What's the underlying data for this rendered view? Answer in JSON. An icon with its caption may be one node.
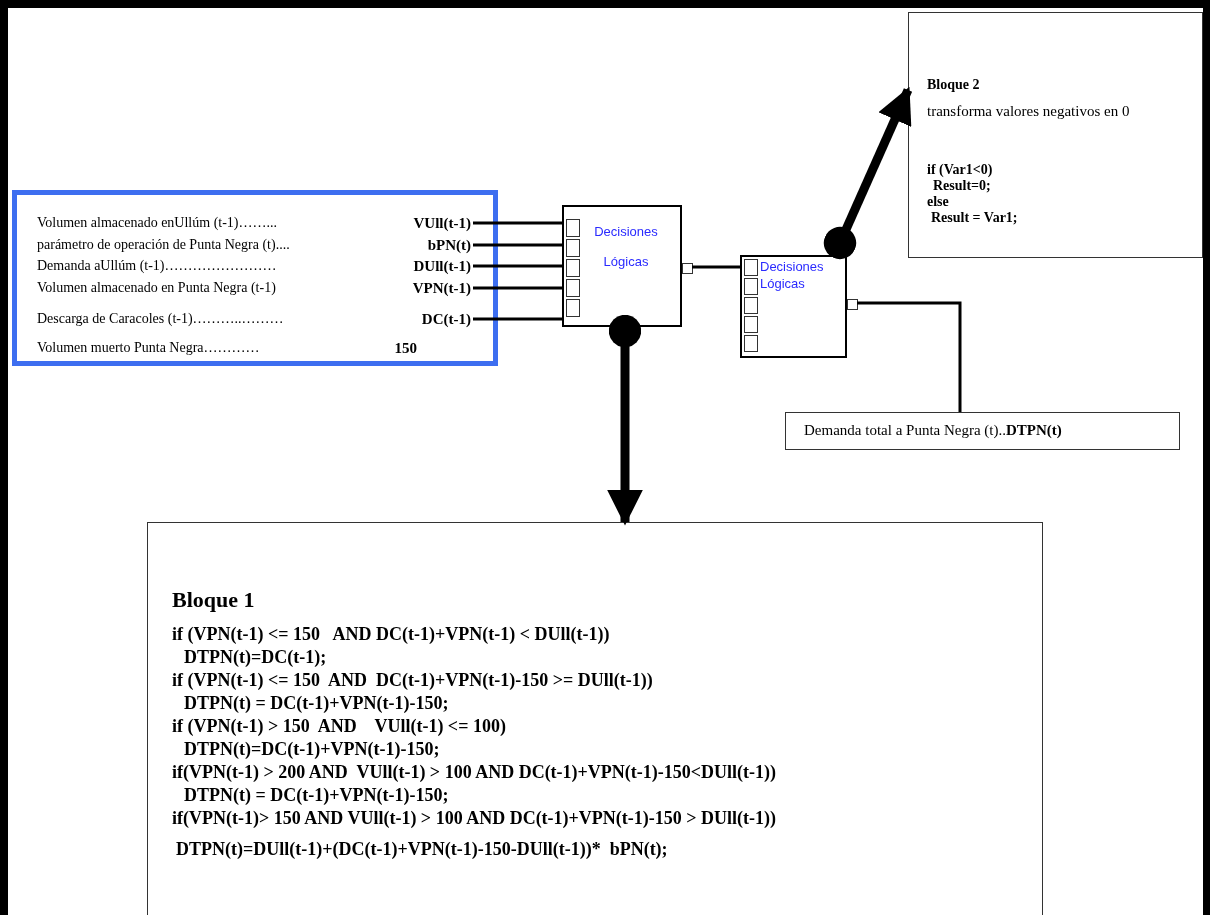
{
  "diagram": {
    "nodes": [
      {
        "text": [],
        "shape": "box"
      },
      {
        "text": [
          "Volumen almacenado enUllúm (t-1)……...",
          "VUll(t-1)"
        ],
        "in": 0
      },
      {
        "text": [
          "parámetro de operación de Punta Negra (t)....",
          "bPN(t)"
        ],
        "in": 0
      },
      {
        "text": [
          "Demanda aUllúm (t-1)……………………",
          "DUll(t-1)"
        ],
        "in": 0
      },
      {
        "text": [
          "Volumen almacenado en Punta Negra (t-1)",
          "VPN(t-1)"
        ],
        "in": 0
      },
      {
        "text": [
          "Descarga de Caracoles (t-1)………..………",
          "DC(t-1)"
        ],
        "in": 0
      },
      {
        "text": [
          "Volumen muerto Punta Negra…………",
          "150"
        ],
        "in": 0
      },
      {
        "text": [
          "Decisiones Lógicas"
        ]
      },
      {
        "text": [
          "Decisiones Lógicas"
        ]
      },
      {
        "text": [
          "Bloque 2",
          "transforma valores negativos en 0",
          "if (Var1<0)",
          "Result=0;",
          "else",
          "Result = Var1;"
        ]
      },
      {
        "text": [
          "Demanda total a Punta Negra (t)..**DTPN(t)**"
        ]
      },
      {
        "text": [
          "Bloque 1",
          "if (VPN(t-1) <= 150   AND DC(t-1)+VPN(t-1) < DUll(t-1))",
          "DTPN(t)=DC(t-1);",
          "if (VPN(t-1) <= 150  AND  DC(t-1)+VPN(t-1)-150 >= DUll(t-1))",
          "DTPN(t) = DC(t-1)+VPN(t-1)-150;",
          "if (VPN(t-1) > 150  AND    VUll(t-1) <= 100)",
          "DTPN(t)=DC(t-1)+VPN(t-1)-150;",
          "if(VPN(t-1) > 200 AND  VUll(t-1) > 100 AND DC(t-1)+VPN(t-1)-150<DUll(t-1))",
          "DTPN(t) = DC(t-1)+VPN(t-1)-150;",
          "if(VPN(t-1)> 150 AND VUll(t-1) > 100 AND DC(t-1)+VPN(t-1)-150 > DUll(t-1))",
          "DTPN(t)=DUll(t-1)+(DC(t-1)+VPN(t-1)-150-DUll(t-1))*  bPN(t);"
        ]
      }
    ],
    "edges": [
      {
        "from": 1,
        "to": 7,
        "arrow": "none"
      },
      {
        "from": 2,
        "to": 7,
        "arrow": "none"
      },
      {
        "from": 3,
        "to": 7,
        "arrow": "none"
      },
      {
        "from": 4,
        "to": 7,
        "arrow": "none"
      },
      {
        "from": 5,
        "to": 7,
        "arrow": "none"
      },
      {
        "from": 7,
        "to": 8,
        "arrow": "none"
      },
      {
        "from": 8,
        "to": 9,
        "arrow": "to",
        "style": "thick"
      },
      {
        "from": 8,
        "to": 10,
        "arrow": "none"
      },
      {
        "from": 7,
        "to": 11,
        "arrow": "to",
        "style": "thick"
      }
    ]
  }
}
